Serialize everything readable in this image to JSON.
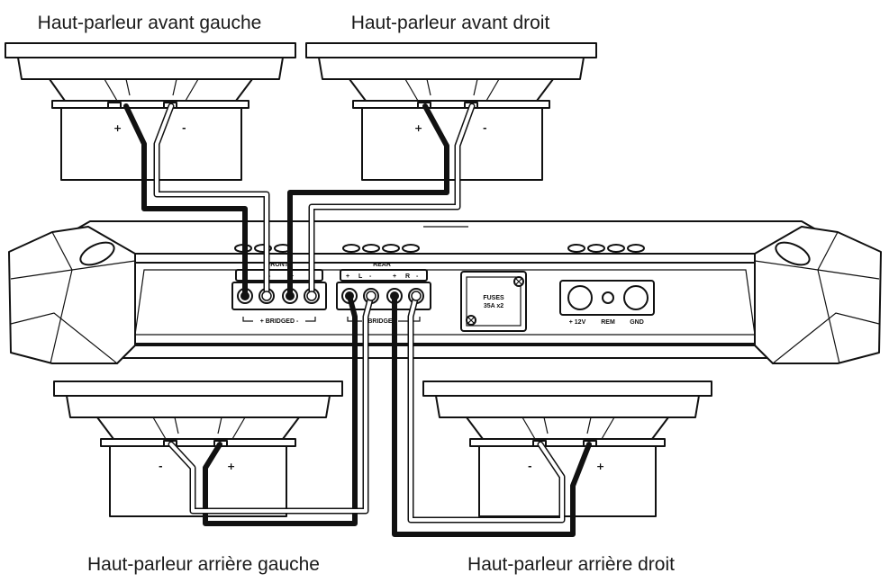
{
  "speakers": {
    "front_left": {
      "label": "Haut-parleur avant gauche",
      "pos": "+",
      "neg": "-"
    },
    "front_right": {
      "label": "Haut-parleur avant droit",
      "pos": "+",
      "neg": "-"
    },
    "rear_left": {
      "label": "Haut-parleur arrière gauche",
      "pos": "+",
      "neg": "-"
    },
    "rear_right": {
      "label": "Haut-parleur arrière droit",
      "pos": "+",
      "neg": "-"
    }
  },
  "amplifier": {
    "front_label": "FRONT",
    "rear_label": "REAR",
    "bridged_front": "+ BRIDGED -",
    "bridged_rear": "BRIDGE",
    "channel_l": "L",
    "channel_r": "R",
    "terminal_plus": "+",
    "terminal_minus": "-",
    "fuses_line1": "FUSES",
    "fuses_line2": "35A x2",
    "power_12v": "+ 12V",
    "power_rem": "REM",
    "power_gnd": "GND"
  }
}
